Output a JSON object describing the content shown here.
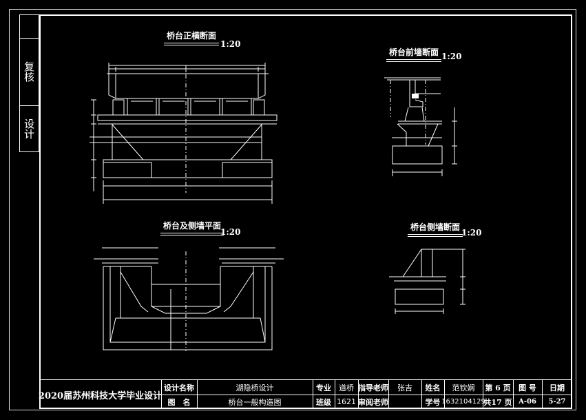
{
  "side_panel": {
    "review_label": "复核",
    "design_label": "设计"
  },
  "views": {
    "front_section": {
      "title": "桥台正横断面",
      "scale": "1:20"
    },
    "front_wall_section": {
      "title": "桥台前墙断面",
      "scale": "1:20"
    },
    "plan_view": {
      "title": "桥台及侧墙平面",
      "scale": "1:20"
    },
    "side_wall_section": {
      "title": "桥台侧墙断面",
      "scale": "1:20"
    }
  },
  "title_block": {
    "school": "2020届苏州科技大学毕业设计",
    "design_name_label": "设计名称",
    "design_name": "湖隐桥设计",
    "drawing_name_label": "图　名",
    "drawing_name": "桥台一般构造图",
    "major_label": "专业",
    "major": "道桥",
    "class_label": "班级",
    "class": "1621",
    "advisor_label": "指导老师",
    "advisor": "张吉",
    "reviewer_label": "审阅老师",
    "reviewer": "",
    "name_label": "姓名",
    "name": "范钦娴",
    "student_id_label": "学号",
    "student_id": "1632104129",
    "page_label": "第 6 页",
    "total_pages_label": "共17 页",
    "drawing_no_label": "图  号",
    "drawing_no": "A-06",
    "date_label": "日期",
    "date": "5-27"
  },
  "colors": {
    "background": "#000000",
    "line": "#ffffff"
  }
}
